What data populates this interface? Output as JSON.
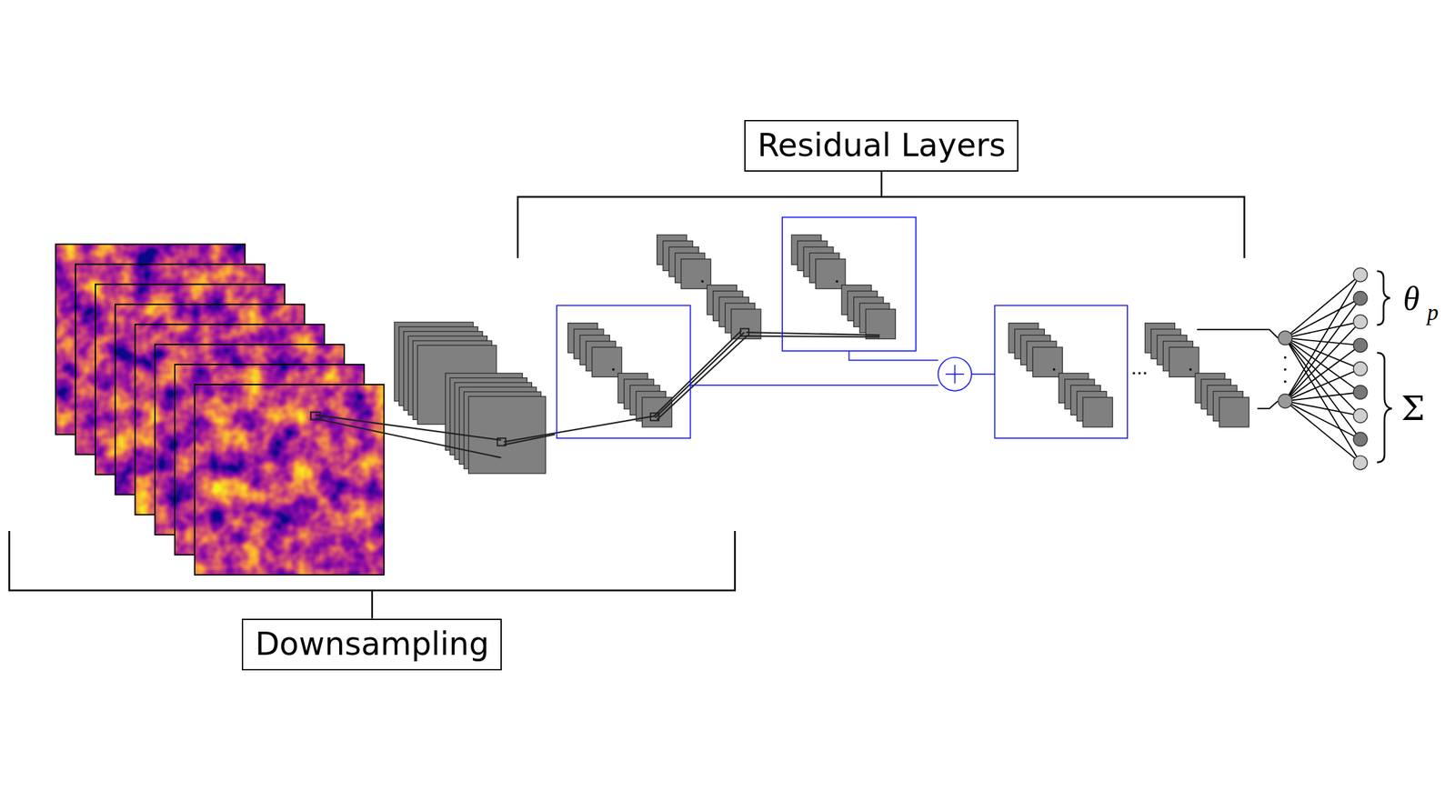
{
  "diagram": {
    "nodes": [
      {
        "text": [
          "Residual Layers"
        ]
      },
      {
        "text": [
          "Downsampling"
        ]
      }
    ],
    "labels": [
      "θ",
      "p",
      "Σ"
    ]
  }
}
